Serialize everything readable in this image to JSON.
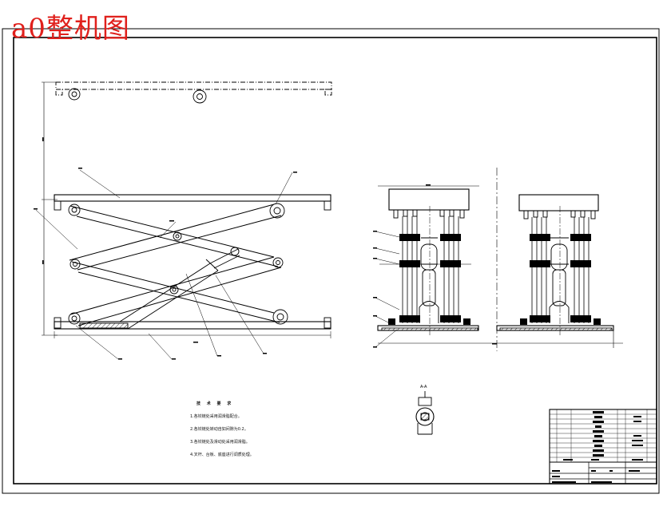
{
  "title": "a0整机图",
  "section_label": "A-A",
  "technical_notes": {
    "heading": "技 术 要 求",
    "items": [
      "1.各铰链处采用润滑脂配合。",
      "2.各铰链处转动自如间隙为0.2。",
      "3.各铰链处及滑动处采用润滑脂。",
      "4.叉杆、台板、底座进行调质处理。"
    ]
  },
  "colors": {
    "ink": "#000000",
    "title": "#e0201c",
    "paper": "#ffffff"
  }
}
